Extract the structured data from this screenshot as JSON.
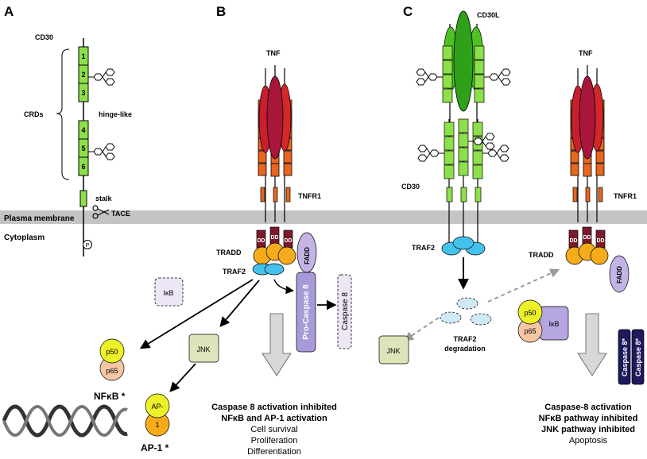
{
  "panels": {
    "a": "A",
    "b": "B",
    "c": "C"
  },
  "colors": {
    "crd_green": "#8ee04a",
    "crd_dark_green": "#3aa01e",
    "tnf_red": "#a8163a",
    "tnfr_orange": "#e8661e",
    "membrane_gray": "#c4c4c4",
    "tradd_orange": "#f6ab1a",
    "traf_blue": "#45c2ec",
    "fadd_purple": "#c4b4e6",
    "dd_maroon": "#7a1a2c",
    "caspase_navy": "#1c1a5c",
    "jnk_green": "#dbe5b9",
    "p50_yellow": "#ecf12a",
    "p65_peach": "#f5c6a4",
    "arrow_gray": "#d8d8d8"
  },
  "membrane": {
    "label": "Plasma membrane",
    "cytoplasm": "Cytoplasm"
  },
  "panel_a": {
    "cd30": "CD30",
    "crds": "CRDs",
    "hinge": "hinge-like",
    "stalk": "stalk",
    "tace": "TACE",
    "p": "P",
    "crd_numbers": [
      "1",
      "2",
      "3",
      "4",
      "5",
      "6"
    ],
    "nfkb": "NFκB *",
    "ap1": "AP-1 *",
    "ap_top": "AP-",
    "ap_bottom": "1",
    "p50": "p50",
    "p65": "p65",
    "ikb": "IκB",
    "jnk": "JNK",
    "scissors_icon": "scissors-icon",
    "dna_icon": "dna-helix-icon",
    "glycan_icon": "glycan-icon"
  },
  "panel_b": {
    "tnf": "TNF",
    "tnfr1": "TNFR1",
    "tradd": "TRADD",
    "traf2": "TRAF2",
    "fadd": "FADD",
    "dd": "DD",
    "pro_caspase": "Pro-Caspase 8",
    "caspase": "Caspase 8",
    "outcome_title_1": "Caspase 8 activation inhibited",
    "outcome_title_2": "NFκB and AP-1 activation",
    "outcome_1": "Cell survival",
    "outcome_2": "Proliferation",
    "outcome_3": "Differentiation"
  },
  "panel_c": {
    "cd30l": "CD30L",
    "cd30": "CD30",
    "tnf": "TNF",
    "tnfr1": "TNFR1",
    "traf2": "TRAF2",
    "traf2_deg_1": "TRAF2",
    "traf2_deg_2": "degradation",
    "jnk": "JNK",
    "tradd": "TRADD",
    "fadd": "FADD",
    "dd": "DD",
    "p50": "p50",
    "p65": "p65",
    "ikb": "IκB",
    "caspase_active": "Caspase 8*",
    "outcome_title_1": "Caspase-8 activation",
    "outcome_title_2": "NFκB pathway inhibited",
    "outcome_title_3": "JNK pathway inhibited",
    "outcome_1": "Apoptosis"
  }
}
